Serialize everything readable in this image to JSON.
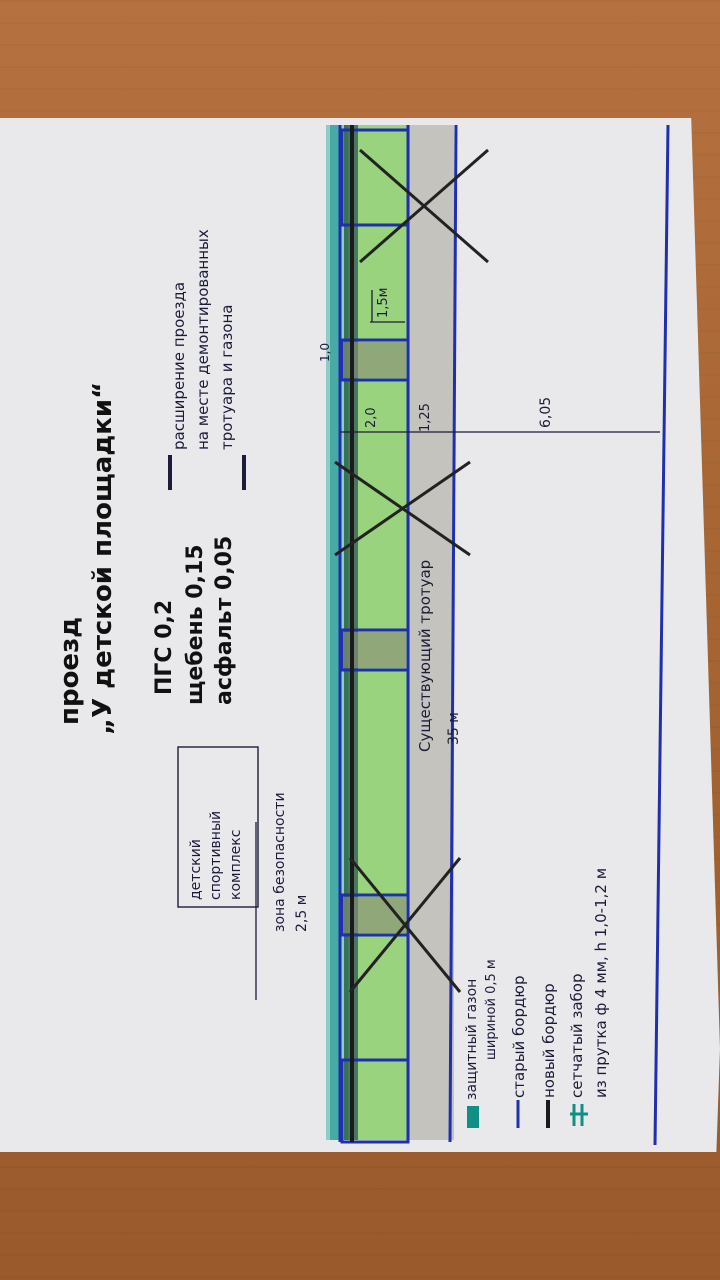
{
  "title": {
    "line1": "проезд",
    "line2": "„У детской площадки“"
  },
  "layers": {
    "pgs": "ПГС 0,2",
    "gravel": "щебень 0,15",
    "asphalt": "асфальт 0,05"
  },
  "note": {
    "line1": "расширение проезда",
    "line2": "на месте демонтированных",
    "line3": "тротуара и газона"
  },
  "complex": {
    "line1": "детский",
    "line2": "спортивный",
    "line3": "комплекс"
  },
  "safety_zone": {
    "label": "зона безопасности",
    "value": "2,5 м"
  },
  "sidewalk_label": "Существующий тротуар",
  "dimensions": {
    "length": "35 м",
    "d_2_0": "2,0",
    "d_1_25": "1,25",
    "d_6_05": "6,05",
    "d_1_5": "1,5м",
    "d_1_0": "1,0"
  },
  "legend": {
    "lawn_line1": "защитный газон",
    "lawn_line2": "шириной 0,5 м",
    "old_curb": "старый бордюр",
    "new_curb": "новый бордюр",
    "fence_line1": "сетчатый забор",
    "fence_line2": "из прутка ф 4 мм, h 1,0-1,2 м"
  },
  "colors": {
    "wood": "#a86634",
    "paper": "#e9e9ec",
    "ink": "#1c1c3a",
    "blue_line": "#1f2fb0",
    "old_curb": "#1f2fb0",
    "new_curb": "#1a1a1a",
    "lawn_green": "#8ccf6a",
    "teal_fence": "#0f8f86",
    "sidewalk_grey": "#c4c3be"
  }
}
